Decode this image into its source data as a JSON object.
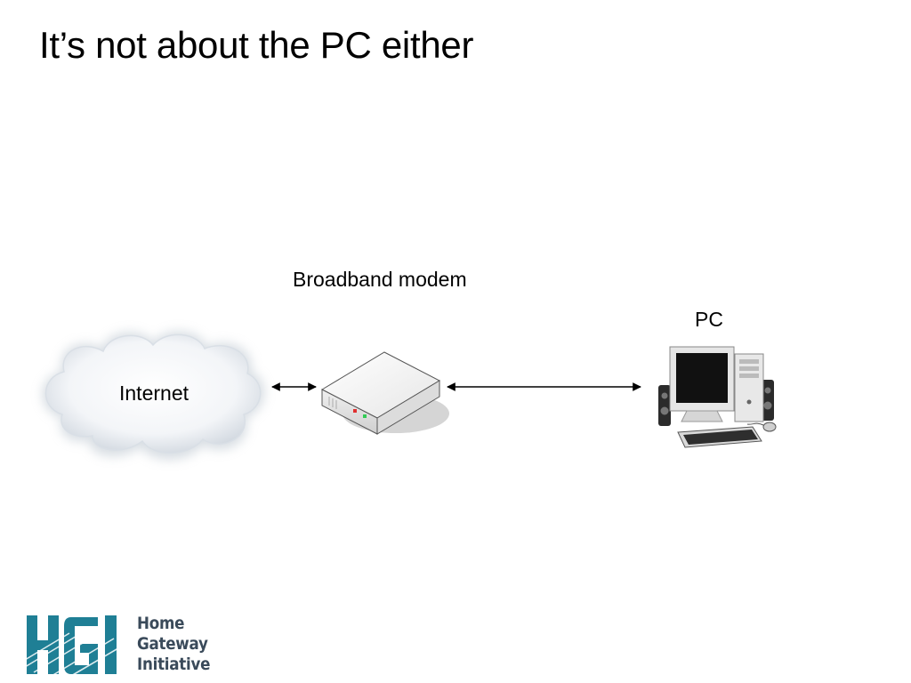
{
  "slide": {
    "title": "It’s not about the PC either"
  },
  "diagram": {
    "nodes": [
      {
        "id": "internet",
        "label": "Internet",
        "icon": "cloud-icon"
      },
      {
        "id": "modem",
        "label": "Broadband modem",
        "icon": "modem-icon"
      },
      {
        "id": "pc",
        "label": "PC",
        "icon": "desktop-computer-icon"
      }
    ],
    "edges": [
      {
        "from": "internet",
        "to": "modem",
        "style": "double-arrow"
      },
      {
        "from": "modem",
        "to": "pc",
        "style": "double-arrow"
      }
    ]
  },
  "logo": {
    "mark": "HGI",
    "line1": "Home",
    "line2": "Gateway",
    "line3": "Initiative",
    "color": "#1f7f95"
  }
}
